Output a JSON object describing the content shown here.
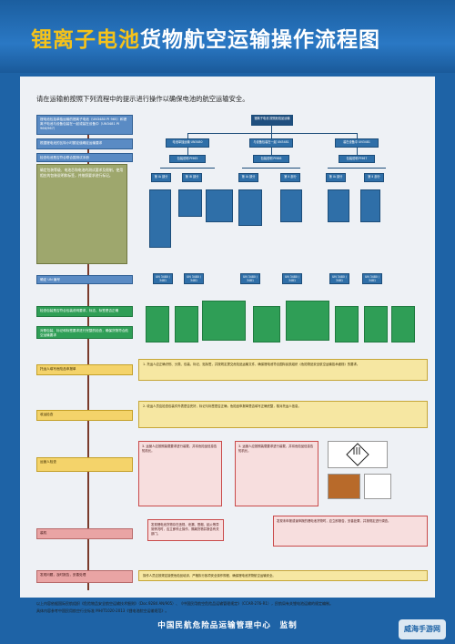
{
  "header": {
    "title_part1": "锂离子电池",
    "title_part2": "货物航空运输操作流程图"
  },
  "intro": "请在运输前按照下列流程中的提示进行操作以确保电池的航空运输安全。",
  "left_steps": [
    "锂电池包括单独运输的锂离子电池（UN3480 PI 965）和锂离子电池与设备包装在一起或装在设备中（UN3481 PI 966/967）",
    "根据锂电池的瓦特小时额定值确定运输要求",
    "检查电池是否符合联合国测试手册",
    "确定包装等级、电池芯和电池的测试要求及限制，使用相应的包装说明和标签，并按照要求进行标记。",
    "确定 UN 编号",
    "检查包装是否符合包装说明要求，标志、标签是否正确",
    "对照包装、标记和标签要求进行完整的检查，确保货物符合航空运输要求",
    "托运人填写危险品申报单",
    "收运检查",
    "运营人检查",
    "装机",
    "发现问题，及时报告，妥善处理"
  ],
  "flow": {
    "top": "锂离子电池\n按照危险品运输",
    "branches": [
      "电池单独运输 UN3480",
      "与设备包装在一起 UN3481",
      "装在设备中 UN3481"
    ],
    "sections": [
      "包装说明 PI965",
      "包装说明 PI966",
      "包装说明 PI967"
    ],
    "part": "第 IA 部分",
    "part2": "第 IB 部分",
    "part3": "第 II 部分",
    "un": "UN 3480 / 3481"
  },
  "yellow": [
    "1. 托运人应正确识别、分类、包装、标记、贴标签，并按规定提交危险品运输文件，确保锂电池符合国际民航组织《危险物品安全航空运输技术细则》的要求。",
    "2. 收运人员应检查包装件外表是否完好，标记与标签是否正确，危险品申报单是否填写正确完整，核对托运人信息。",
    "3. 运营人应按照装载要求进行装载，并将危险品信息告知机长。"
  ],
  "red_left": "发现锂电池货物存在违规、泄漏、冒烟、起火等异常情况时，应立即停止操作，隔离货物并报告有关部门。",
  "red_right": "发现未申报或误申报的锂电池货物时，应立即报告，妥善处置，并按规定进行调查。",
  "final": "操作人员应按规定接受危险品培训，严格执行各项安全操作规程，确保锂电池货物航空运输安全。",
  "legal": [
    "以上内容依据国际民航组织《危险物品安全航空运输技术细则》（Doc.9284 AN/905）、《中国民用航空危险品运输管理规定》（CCAR-276-R1），民航局有关锂电池运输的规定编制。",
    "具体内容参考中国民用航空行业标准 MH/T1020-2013《锂电池航空运输规范》。"
  ],
  "footer": "中国民航危险品运输管理中心　监制",
  "watermark": "威海手游网"
}
